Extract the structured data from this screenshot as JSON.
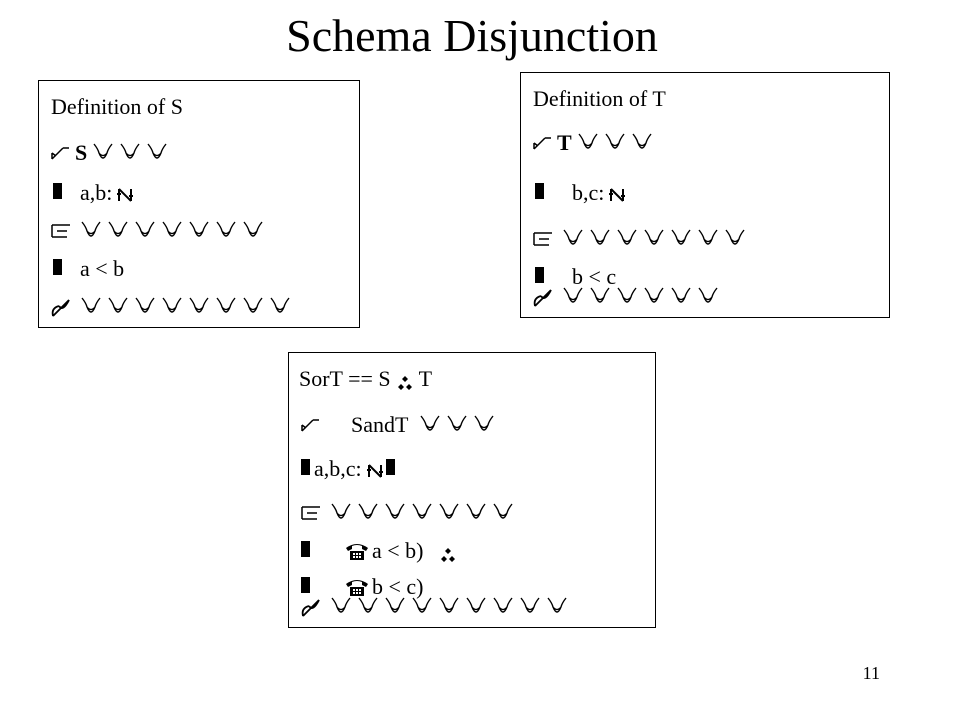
{
  "slide": {
    "title": "Schema Disjunction",
    "page_number": "11"
  },
  "box_s": {
    "heading": "Definition of S",
    "schema_name": "S",
    "decl": "a,b:",
    "predicate": "a < b"
  },
  "box_t": {
    "heading": "Definition of T",
    "schema_name": "T",
    "decl": "b,c:",
    "predicate": "b < c"
  },
  "box_or": {
    "heading": "SorT == S",
    "heading_tail": "T",
    "schema_name": "SandT",
    "decl": "a,b,c:",
    "pred1": "a < b)",
    "pred2": "b < c)"
  }
}
